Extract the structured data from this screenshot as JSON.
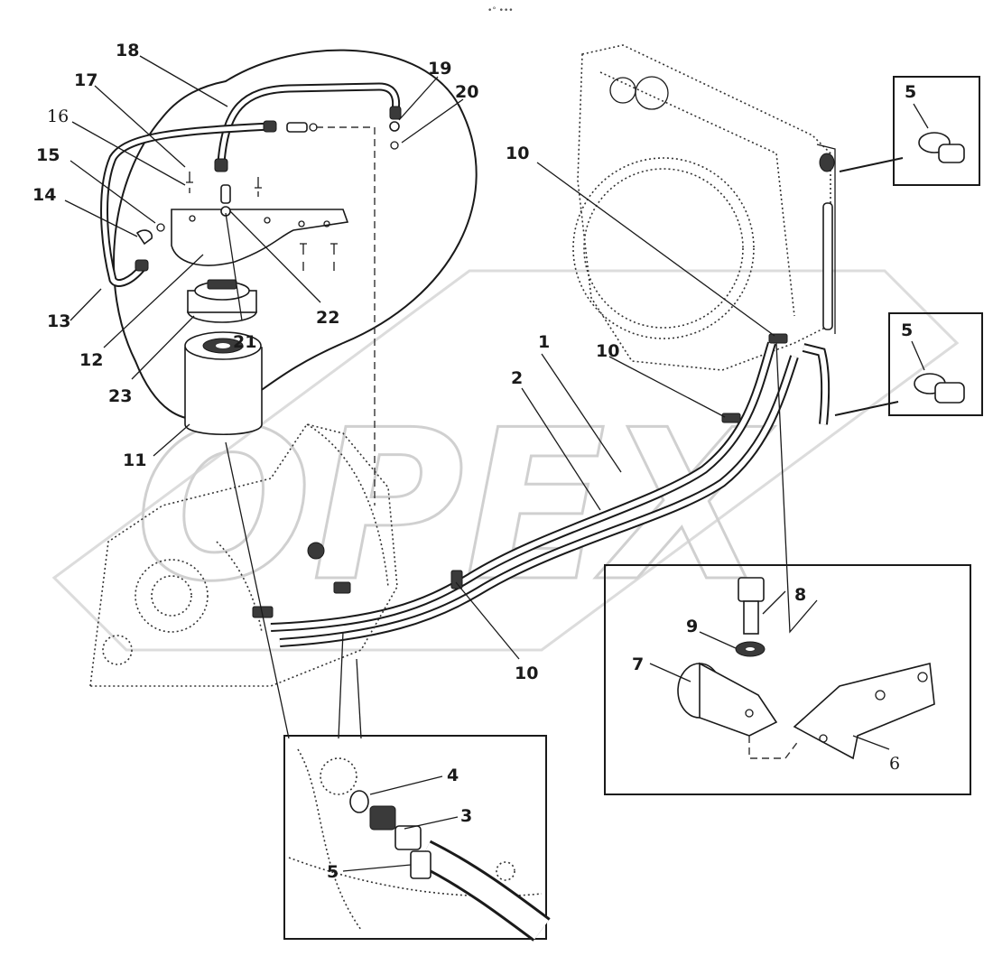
{
  "diagram": {
    "top_mark": "•° •••",
    "watermark": "OPEX",
    "callouts": {
      "c1": "1",
      "c2": "2",
      "c3": "3",
      "c4": "4",
      "c5_top": "5",
      "c5_mid": "5",
      "c5_bottom": "5",
      "c6": "6",
      "c7": "7",
      "c8": "8",
      "c9": "9",
      "c10_top": "10",
      "c10_mid": "10",
      "c10_bottom": "10",
      "c11": "11",
      "c12": "12",
      "c13": "13",
      "c14": "14",
      "c15": "15",
      "c16": "16",
      "c17": "17",
      "c18": "18",
      "c19": "19",
      "c20": "20",
      "c21": "21",
      "c22": "22",
      "c23": "23"
    }
  }
}
